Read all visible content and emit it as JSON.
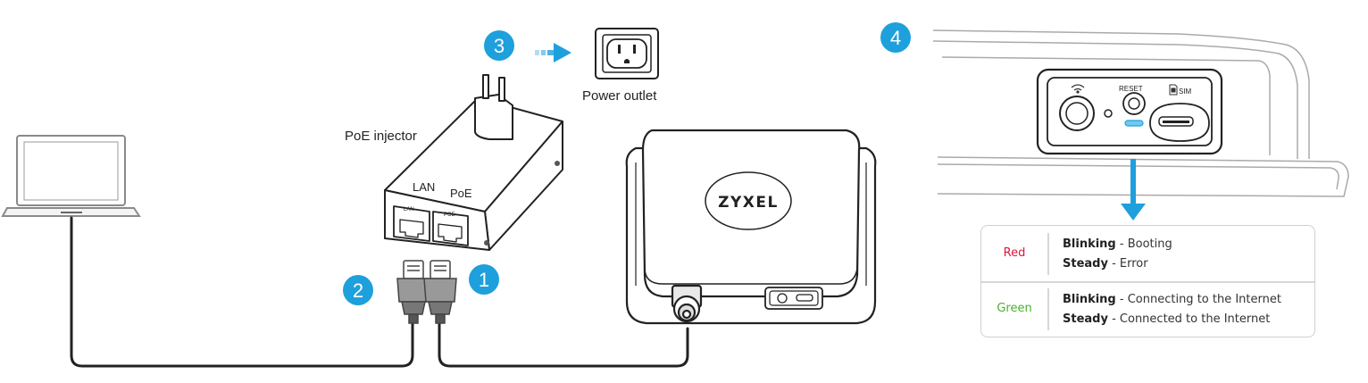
{
  "labels": {
    "poe_injector": "PoE injector",
    "power_outlet": "Power outlet",
    "lan_port": "LAN",
    "poe_port": "PoE",
    "lan_port_small": "LAN",
    "poe_port_small": "POE",
    "brand": "ZYXEL",
    "reset": "RESET",
    "sim": "SIM"
  },
  "steps": [
    "1",
    "2",
    "3",
    "4"
  ],
  "colors": {
    "step_badge": "#1ea0dc",
    "arrow": "#1ea0dc",
    "red": "#e0143c",
    "green": "#4caf2e"
  },
  "led_legend": [
    {
      "color": "Red",
      "states": [
        {
          "state": "Blinking",
          "desc": " - Booting"
        },
        {
          "state": "Steady",
          "desc": " - Error"
        }
      ]
    },
    {
      "color": "Green",
      "states": [
        {
          "state": "Blinking",
          "desc": " - Connecting to the Internet"
        },
        {
          "state": "Steady",
          "desc": " - Connected to the Internet"
        }
      ]
    }
  ]
}
